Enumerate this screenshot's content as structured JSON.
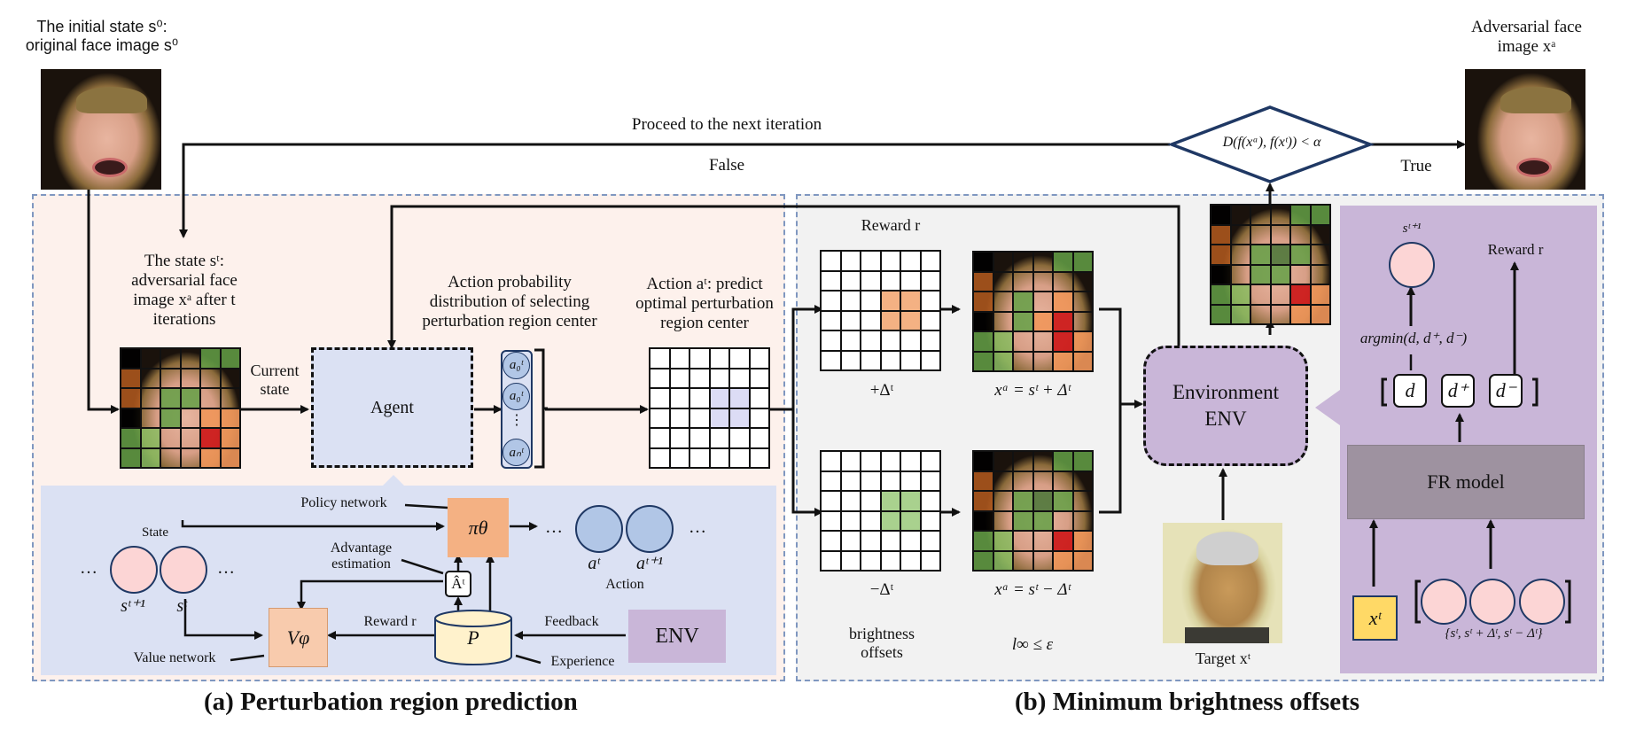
{
  "top": {
    "initial_state_label_line1": "The initial state s⁰:",
    "initial_state_label_line2": "original face image s⁰",
    "adversarial_label_line1": "Adversarial face",
    "adversarial_label_line2": "image xᵃ",
    "proceed_label": "Proceed to the next iteration",
    "false_label": "False",
    "true_label": "True",
    "condition": "D(f(xᵃ), f(xᵗ)) < α"
  },
  "panel_a": {
    "state_label": [
      "The state sᵗ:",
      "adversarial face",
      "image xᵃ after t",
      "iterations"
    ],
    "current_state_label": [
      "Current",
      "state"
    ],
    "agent_label": "Agent",
    "action_prob_label": [
      "Action probability",
      "distribution of selecting",
      "perturbation region center"
    ],
    "action_nodes": [
      "a₀ᵗ",
      "a₀ᵗ",
      "⋮",
      "aₙᵗ"
    ],
    "action_label": [
      "Action aᵗ:  predict",
      "optimal perturbation",
      "region center"
    ],
    "caption": "(a) Perturbation region prediction",
    "rl": {
      "policy_network": "Policy network",
      "pi_theta": "πθ",
      "state_label": "State",
      "advantage_label": [
        "Advantage",
        "estimation"
      ],
      "advantage_symbol": "Âᵗ",
      "s_next": "sᵗ⁺¹",
      "s_t": "sᵗ",
      "ellipsis": "…",
      "a_t": "aᵗ",
      "a_next": "aᵗ⁺¹",
      "action_label": "Action",
      "reward_label": "Reward r",
      "feedback_label": "Feedback",
      "experience_label": "Experience",
      "value_network": "Value network",
      "v_phi": "Vφ",
      "pool": "P",
      "env": "ENV"
    }
  },
  "panel_b": {
    "reward_label": "Reward r",
    "plus_delta": "+Δᵗ",
    "minus_delta": "−Δᵗ",
    "plus_eq": "xᵃ = sᵗ + Δᵗ",
    "minus_eq": "xᵃ = sᵗ − Δᵗ",
    "brightness_label": [
      "brightness",
      "offsets"
    ],
    "linf_label": "l∞  ≤ ε",
    "env_label": [
      "Environment",
      "ENV"
    ],
    "target_label": "Target xᵗ",
    "caption": "(b) Minimum brightness offsets",
    "fr": {
      "s_next": "sᵗ⁺¹",
      "reward_label": "Reward r",
      "argmin": "argmin(d, d⁺, d⁻)",
      "d": "d",
      "d_plus": "d⁺",
      "d_minus": "d⁻",
      "fr_model": "FR model",
      "x_t": "xᵗ",
      "set_label": "{sᵗ, sᵗ + Δᵗ, sᵗ − Δᵗ}"
    }
  },
  "colors": {
    "panel_a_bg": "#fdf1ec",
    "rl_bg": "#dbe1f3",
    "panel_b_bg": "#f2f2f2",
    "fr_bg": "#c9b6d8",
    "fr_model": "#9e92a0",
    "dash_border": "#7f97c0",
    "orange": "#f4b183",
    "red": "#d22222",
    "green": "#8fc06a",
    "dark_green": "#4f7f35",
    "pink_node": "#fcd5d5",
    "blue_node": "#b1c6e6",
    "yellow": "#ffd966",
    "pool": "#fff2cc",
    "diamond_stroke": "#1f3864"
  },
  "grids": {
    "state_overlay": [
      [
        "K",
        "F",
        "F",
        "F",
        "G",
        "G"
      ],
      [
        "B",
        "F",
        "F",
        "F",
        "F",
        "F"
      ],
      [
        "B",
        "F",
        "G",
        "G",
        "F",
        "F"
      ],
      [
        "K",
        "F",
        "G",
        "F",
        "O",
        "O"
      ],
      [
        "G",
        "L",
        "F",
        "F",
        "R",
        "O"
      ],
      [
        "G",
        "L",
        "F",
        "F",
        "O",
        "O"
      ]
    ],
    "plus_overlay": [
      [
        "K",
        "F",
        "F",
        "F",
        "G",
        "G"
      ],
      [
        "B",
        "F",
        "F",
        "F",
        "F",
        "F"
      ],
      [
        "B",
        "F",
        "G",
        "F",
        "O",
        "F"
      ],
      [
        "K",
        "F",
        "G",
        "O",
        "R",
        "F"
      ],
      [
        "G",
        "L",
        "F",
        "F",
        "R",
        "O"
      ],
      [
        "G",
        "L",
        "F",
        "F",
        "O",
        "O"
      ]
    ],
    "minus_overlay": [
      [
        "K",
        "F",
        "F",
        "F",
        "G",
        "G"
      ],
      [
        "B",
        "F",
        "F",
        "F",
        "F",
        "F"
      ],
      [
        "B",
        "F",
        "G",
        "D",
        "G",
        "F"
      ],
      [
        "K",
        "F",
        "G",
        "G",
        "F",
        "F"
      ],
      [
        "G",
        "L",
        "F",
        "F",
        "R",
        "O"
      ],
      [
        "G",
        "L",
        "F",
        "F",
        "O",
        "O"
      ]
    ]
  }
}
